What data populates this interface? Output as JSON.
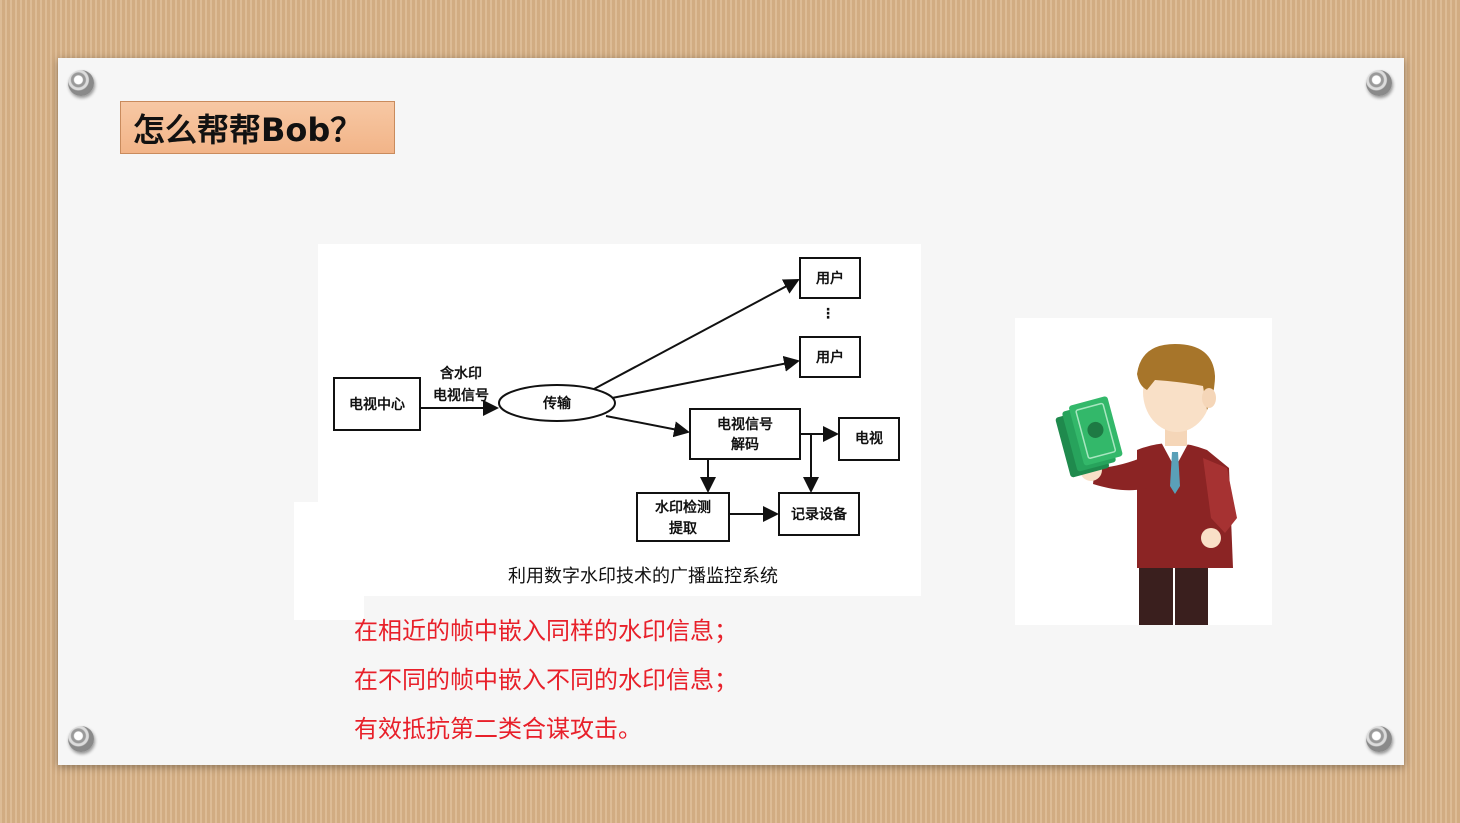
{
  "slide": {
    "title": "怎么帮帮Bob？"
  },
  "diagram": {
    "nodes": {
      "tv_center": "电视中心",
      "transmission": "传输",
      "user_1": "用户",
      "ellipsis": "⋮",
      "user_2": "用户",
      "decode_line1": "电视信号",
      "decode_line2": "解码",
      "tv": "电视",
      "detect_line1": "水印检测",
      "detect_line2": "提取",
      "record": "记录设备"
    },
    "edge_label_line1": "含水印",
    "edge_label_line2": "电视信号",
    "caption": "利用数字水印技术的广播监控系统"
  },
  "bullets": [
    "在相近的帧中嵌入同样的水印信息；",
    "在不同的帧中嵌入不同的水印信息；",
    "有效抵抗第二类合谋攻击。"
  ],
  "colors": {
    "bullet_text": "#e8202a",
    "title_box": "#f4bc94",
    "background": "#d9b48a"
  },
  "icons": [
    "businessman-holding-money-icon"
  ]
}
